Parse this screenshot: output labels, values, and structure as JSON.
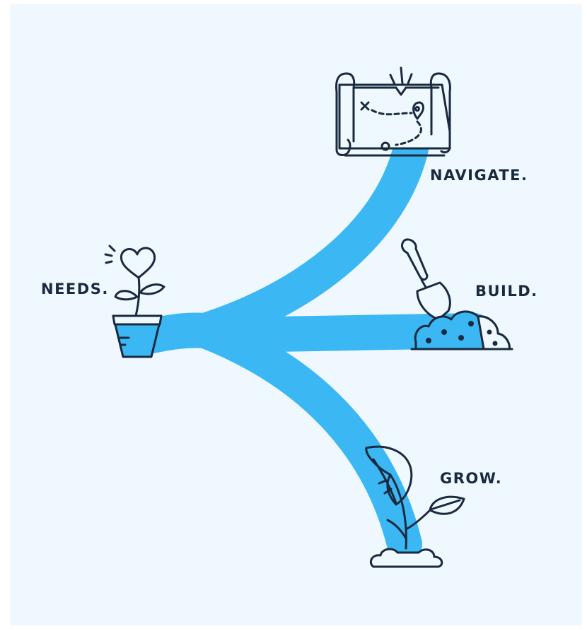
{
  "colors": {
    "background": "#eff8ff",
    "path": "#3bb7f4",
    "ink": "#1a2a3e"
  },
  "labels": {
    "needs": "NEEDS.",
    "navigate": "NAVIGATE.",
    "build": "BUILD.",
    "grow": "GROW."
  },
  "icons": {
    "needs": "heart-flower-pot-icon",
    "navigate": "treasure-map-icon",
    "build": "trowel-soil-icon",
    "grow": "sprout-icon"
  }
}
